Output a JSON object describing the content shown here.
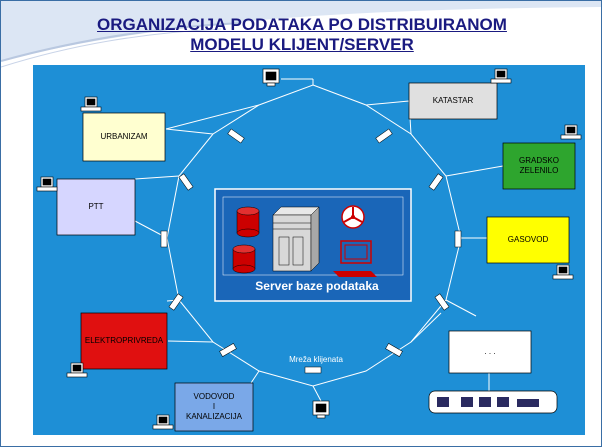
{
  "slide": {
    "title": "ORGANIZACIJA PODATAKA PO DISTRIBUIRANOM MODELU KLIJENT/SERVER"
  },
  "diagram": {
    "server_label": "Server baze podataka",
    "network_label": "Mreža klijenata",
    "clients": {
      "urbanizam": "URBANIZAM",
      "ptt": "PTT",
      "elektroprivreda": "ELEKTROPRIVREDA",
      "vodovod": "VODOVOD\nI\nKANALIZACIJA",
      "katastar": "KATASTAR",
      "gradsko_zelenilo": "GRADSKO\nZELENILO",
      "gasovod": "GASOVOD",
      "other": ". . ."
    }
  },
  "colors": {
    "background": "#1e8fd6",
    "title": "#1a1a80",
    "urbanizam": "#ffffd0",
    "ptt": "#d6d6ff",
    "elektroprivreda": "#e01010",
    "vodovod": "#7aa8e8",
    "katastar": "#e0e0e0",
    "gradsko_zelenilo": "#2ea52e",
    "gasovod": "#ffff00",
    "other": "#ffffff",
    "server_panel": "#1a66b8",
    "database": "#cc0000"
  }
}
